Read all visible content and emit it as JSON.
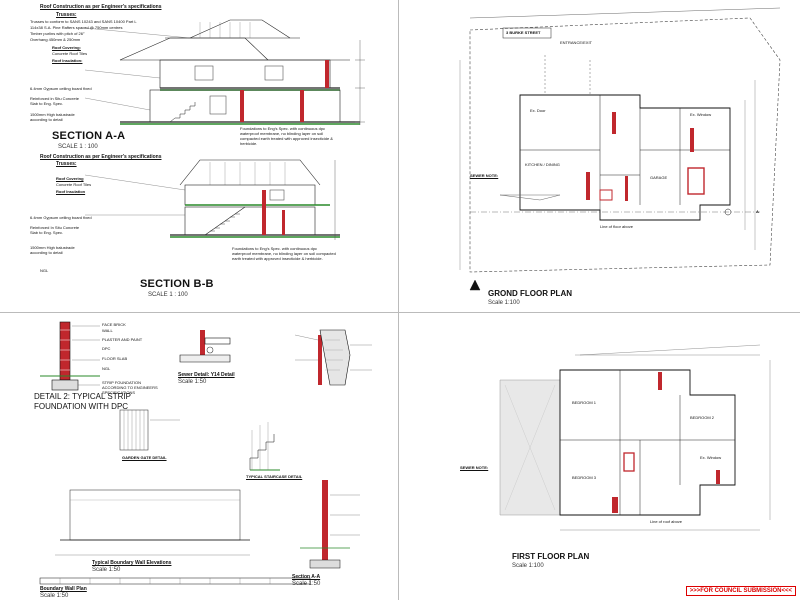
{
  "section_aa": {
    "title": "SECTION A-A",
    "scale": "SCALE 1 : 100",
    "roof_heading": "Roof Construction as per Engineer's specifications",
    "trusses_heading": "Trusses:",
    "notes": [
      "Trusses to conform to SANS 10243 and SANS 10400 Part L",
      "114x38 S.A. Pine Rafters spaced @ 750mm centres",
      "Timber purlins with pitch of 26°",
      "Overhang 450mm & 250mm"
    ],
    "roof_covering": "Roof Covering:",
    "roof_covering_val": "Concrete Roof Tiles",
    "roof_insulation": "Roof Insulation:",
    "ceiling_note": "6.4mm Gypsum ceiling board fixed",
    "reinforced_note": "Reinforced in Situ Concrete Slab to Eng. Spec.",
    "height_note": "1500mm High balustrade according to detail",
    "foundation_note": "Foundations to Eng's Spec. with continuous dpc waterproof membrane, no blinding layer on soil compacted earth treated with approved insecticide & herbicide."
  },
  "section_bb": {
    "title": "SECTION B-B",
    "scale": "SCALE 1 : 100",
    "roof_heading": "Roof Construction as per Engineer's specifications",
    "trusses_heading": "Trusses:",
    "roof_covering": "Roof Covering",
    "roof_covering_val": "Concrete Roof Tiles",
    "roof_insulation": "Roof Insulation",
    "ceiling_note": "6.4mm Gypsum ceiling board fixed",
    "reinforced_note": "Reinforced In Situ Concrete Slab to Eng. Spec.",
    "height_note": "1500mm High balustrade according to detail",
    "ngl": "NGL",
    "foundation_note": "Foundations to Eng's Spec. with continuous dpc waterproof membrane, no blinding layer on soil compacted earth treated with approved insecticide & herbicide."
  },
  "ground_floor": {
    "title": "GROND FLOOR PLAN",
    "scale": "Scale 1:100",
    "street": "3 BURKE STREET",
    "entrance": "ENTRANCE/EXIT",
    "sewer_heading": "SEWER NOTE:",
    "room_kitchen": "KITCHEN / DINING",
    "room_garage": "GARAGE",
    "line_of_floor": "Line of floor above",
    "ex_door": "Ex. Door",
    "ex_window": "Ex. Window",
    "label_a": "A"
  },
  "detail2": {
    "title": "DETAIL 2: TYPICAL STRIP",
    "title2": "FOUNDATION WITH DPC",
    "labels": [
      "FACE BRICK",
      "WALL",
      "PLASTER AND PAINT",
      "DPC",
      "FLOOR SLAB",
      "NGL",
      "STRIP FOUNDATION ACCORDING TO ENGINEERS SPECIFICATIONS"
    ]
  },
  "sewer_detail": {
    "title": "Sewer Detail: Y14 Detail",
    "scale": "Scale 1:50"
  },
  "garden_gate": {
    "title": "GARDEN GATE DETAIL"
  },
  "staircase": {
    "title": "TYPICAL STAIRCASE DETAIL"
  },
  "boundary": {
    "title": "Typical Boundary Wall Elevations",
    "scale": "Scale 1:50",
    "plan_title": "Boundary Wall Plan",
    "plan_scale": "Scale 1:50"
  },
  "detail_section_aa": {
    "title": "Section A-A",
    "scale": "Scale 1:50"
  },
  "first_floor": {
    "title": "FIRST FLOOR PLAN",
    "scale": "Scale 1:100",
    "sewer_heading": "SEWER NOTE:",
    "room_bed1": "BEDROOM 1",
    "room_bed2": "BEDROOM 2",
    "room_bed3": "BEDROOM 3",
    "ex_window": "Ex. Window",
    "line_roof": "Line of roof above"
  },
  "stamp": {
    "label": ">>>FOR COUNCIL SUBMISSION<<<"
  }
}
